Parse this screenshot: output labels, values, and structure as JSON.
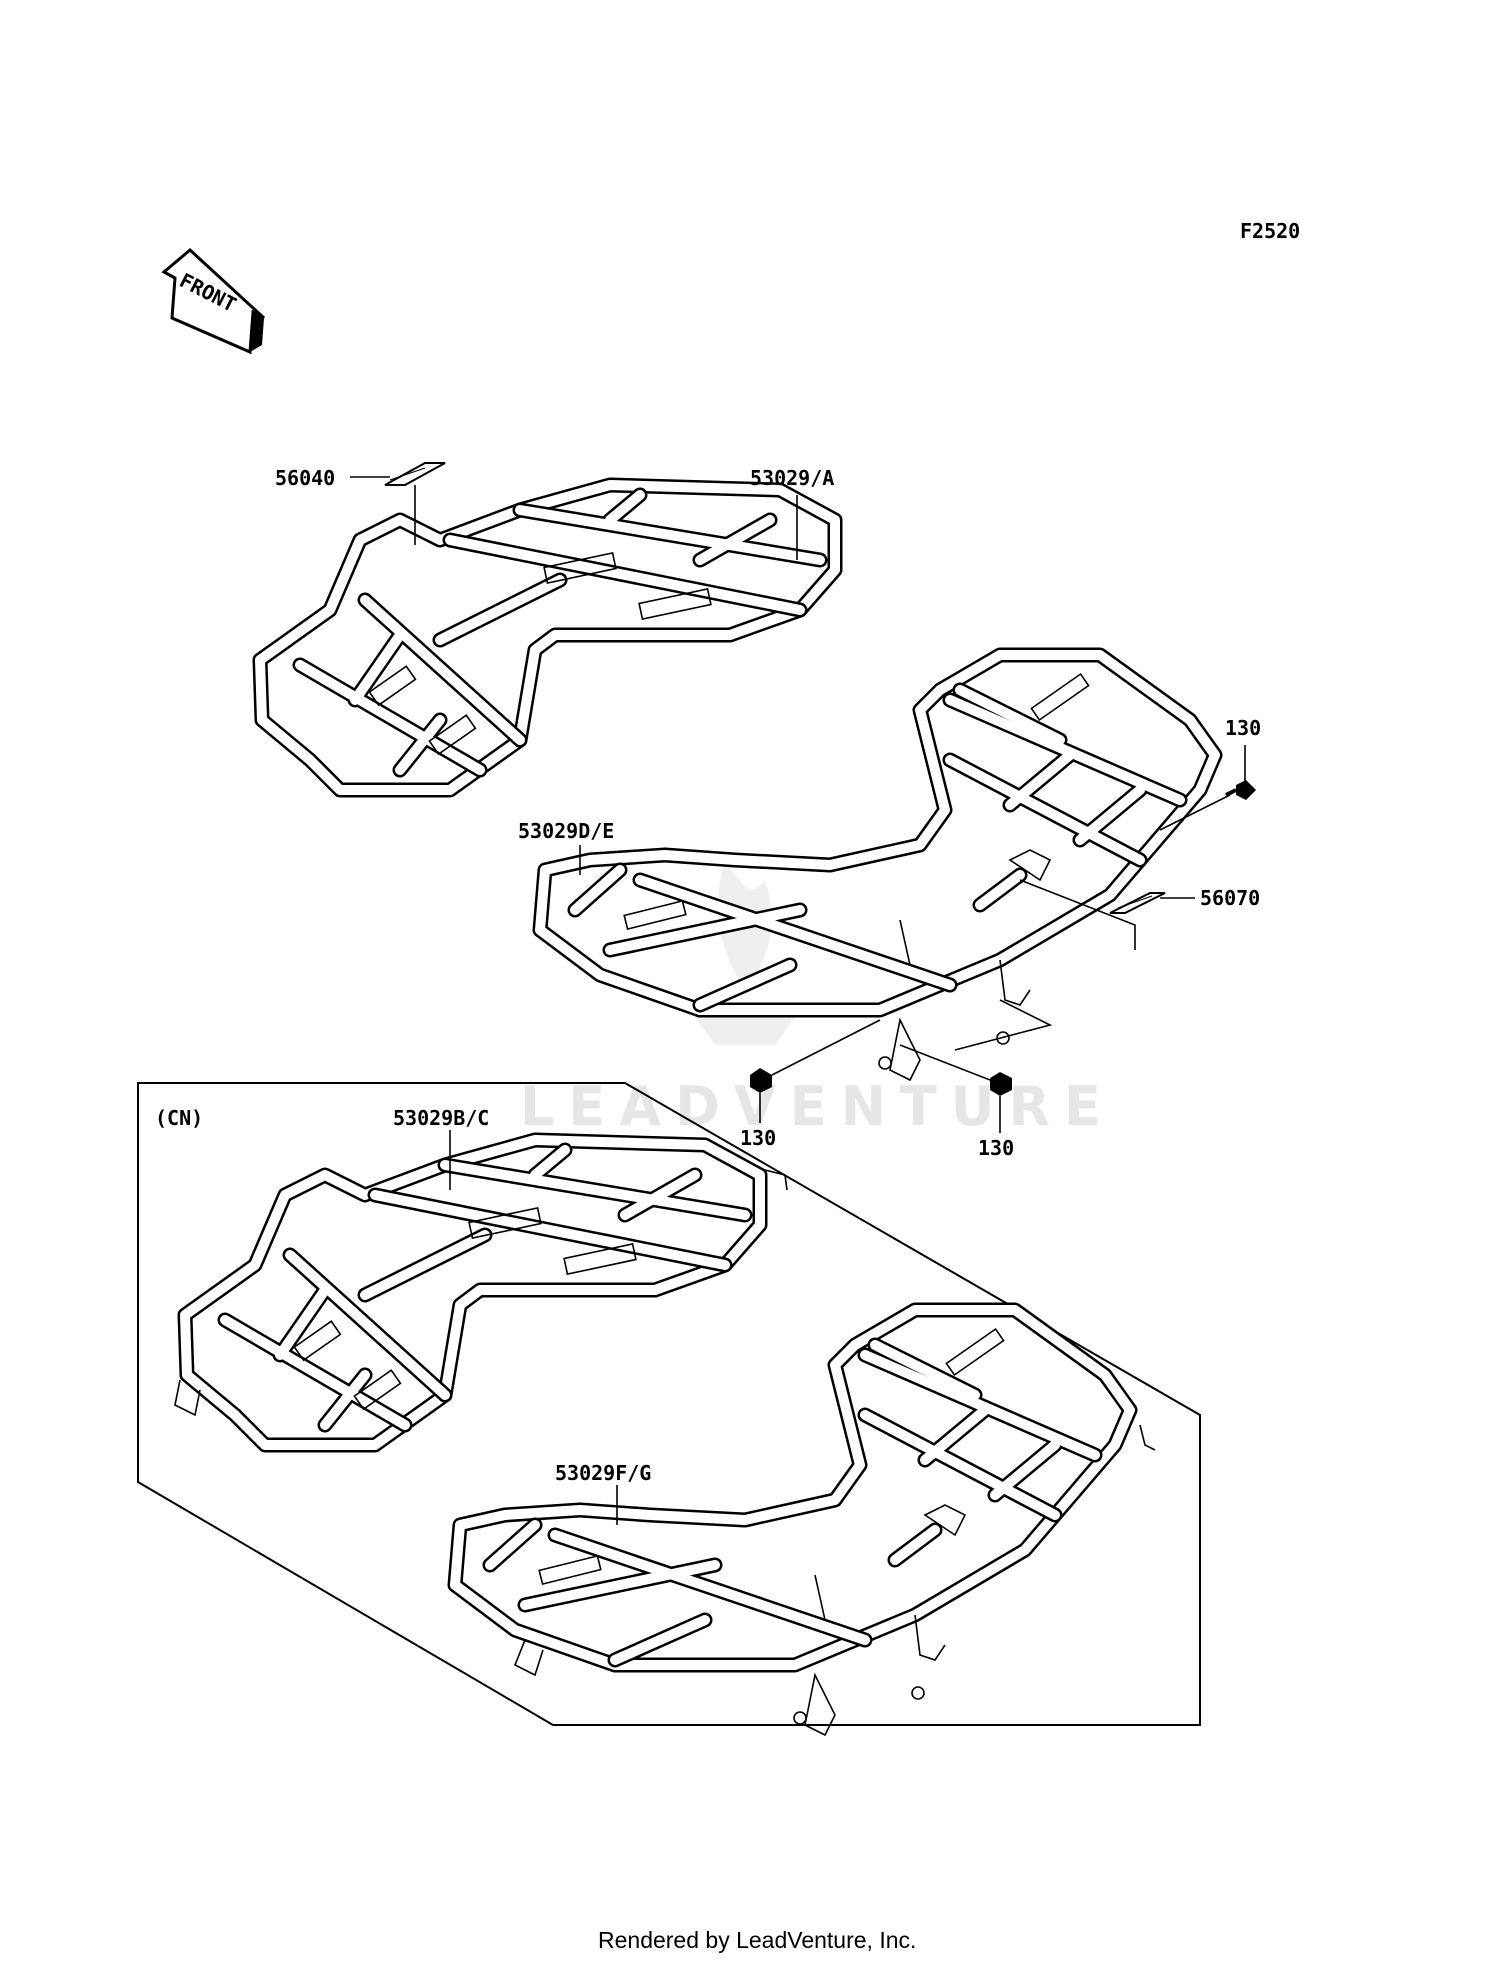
{
  "diagram": {
    "code": "F2520",
    "front_label": "FRONT",
    "watermark": "LEADVENTURE",
    "region_label": "(CN)",
    "callouts": {
      "p56040": "56040",
      "p53029a": "53029/A",
      "p130_right": "130",
      "p53029de": "53029D/E",
      "p56070": "56070",
      "p130_left": "130",
      "p130_center": "130",
      "p53029bc": "53029B/C",
      "p53029fg": "53029F/G"
    },
    "footer": "Rendered by LeadVenture, Inc."
  }
}
